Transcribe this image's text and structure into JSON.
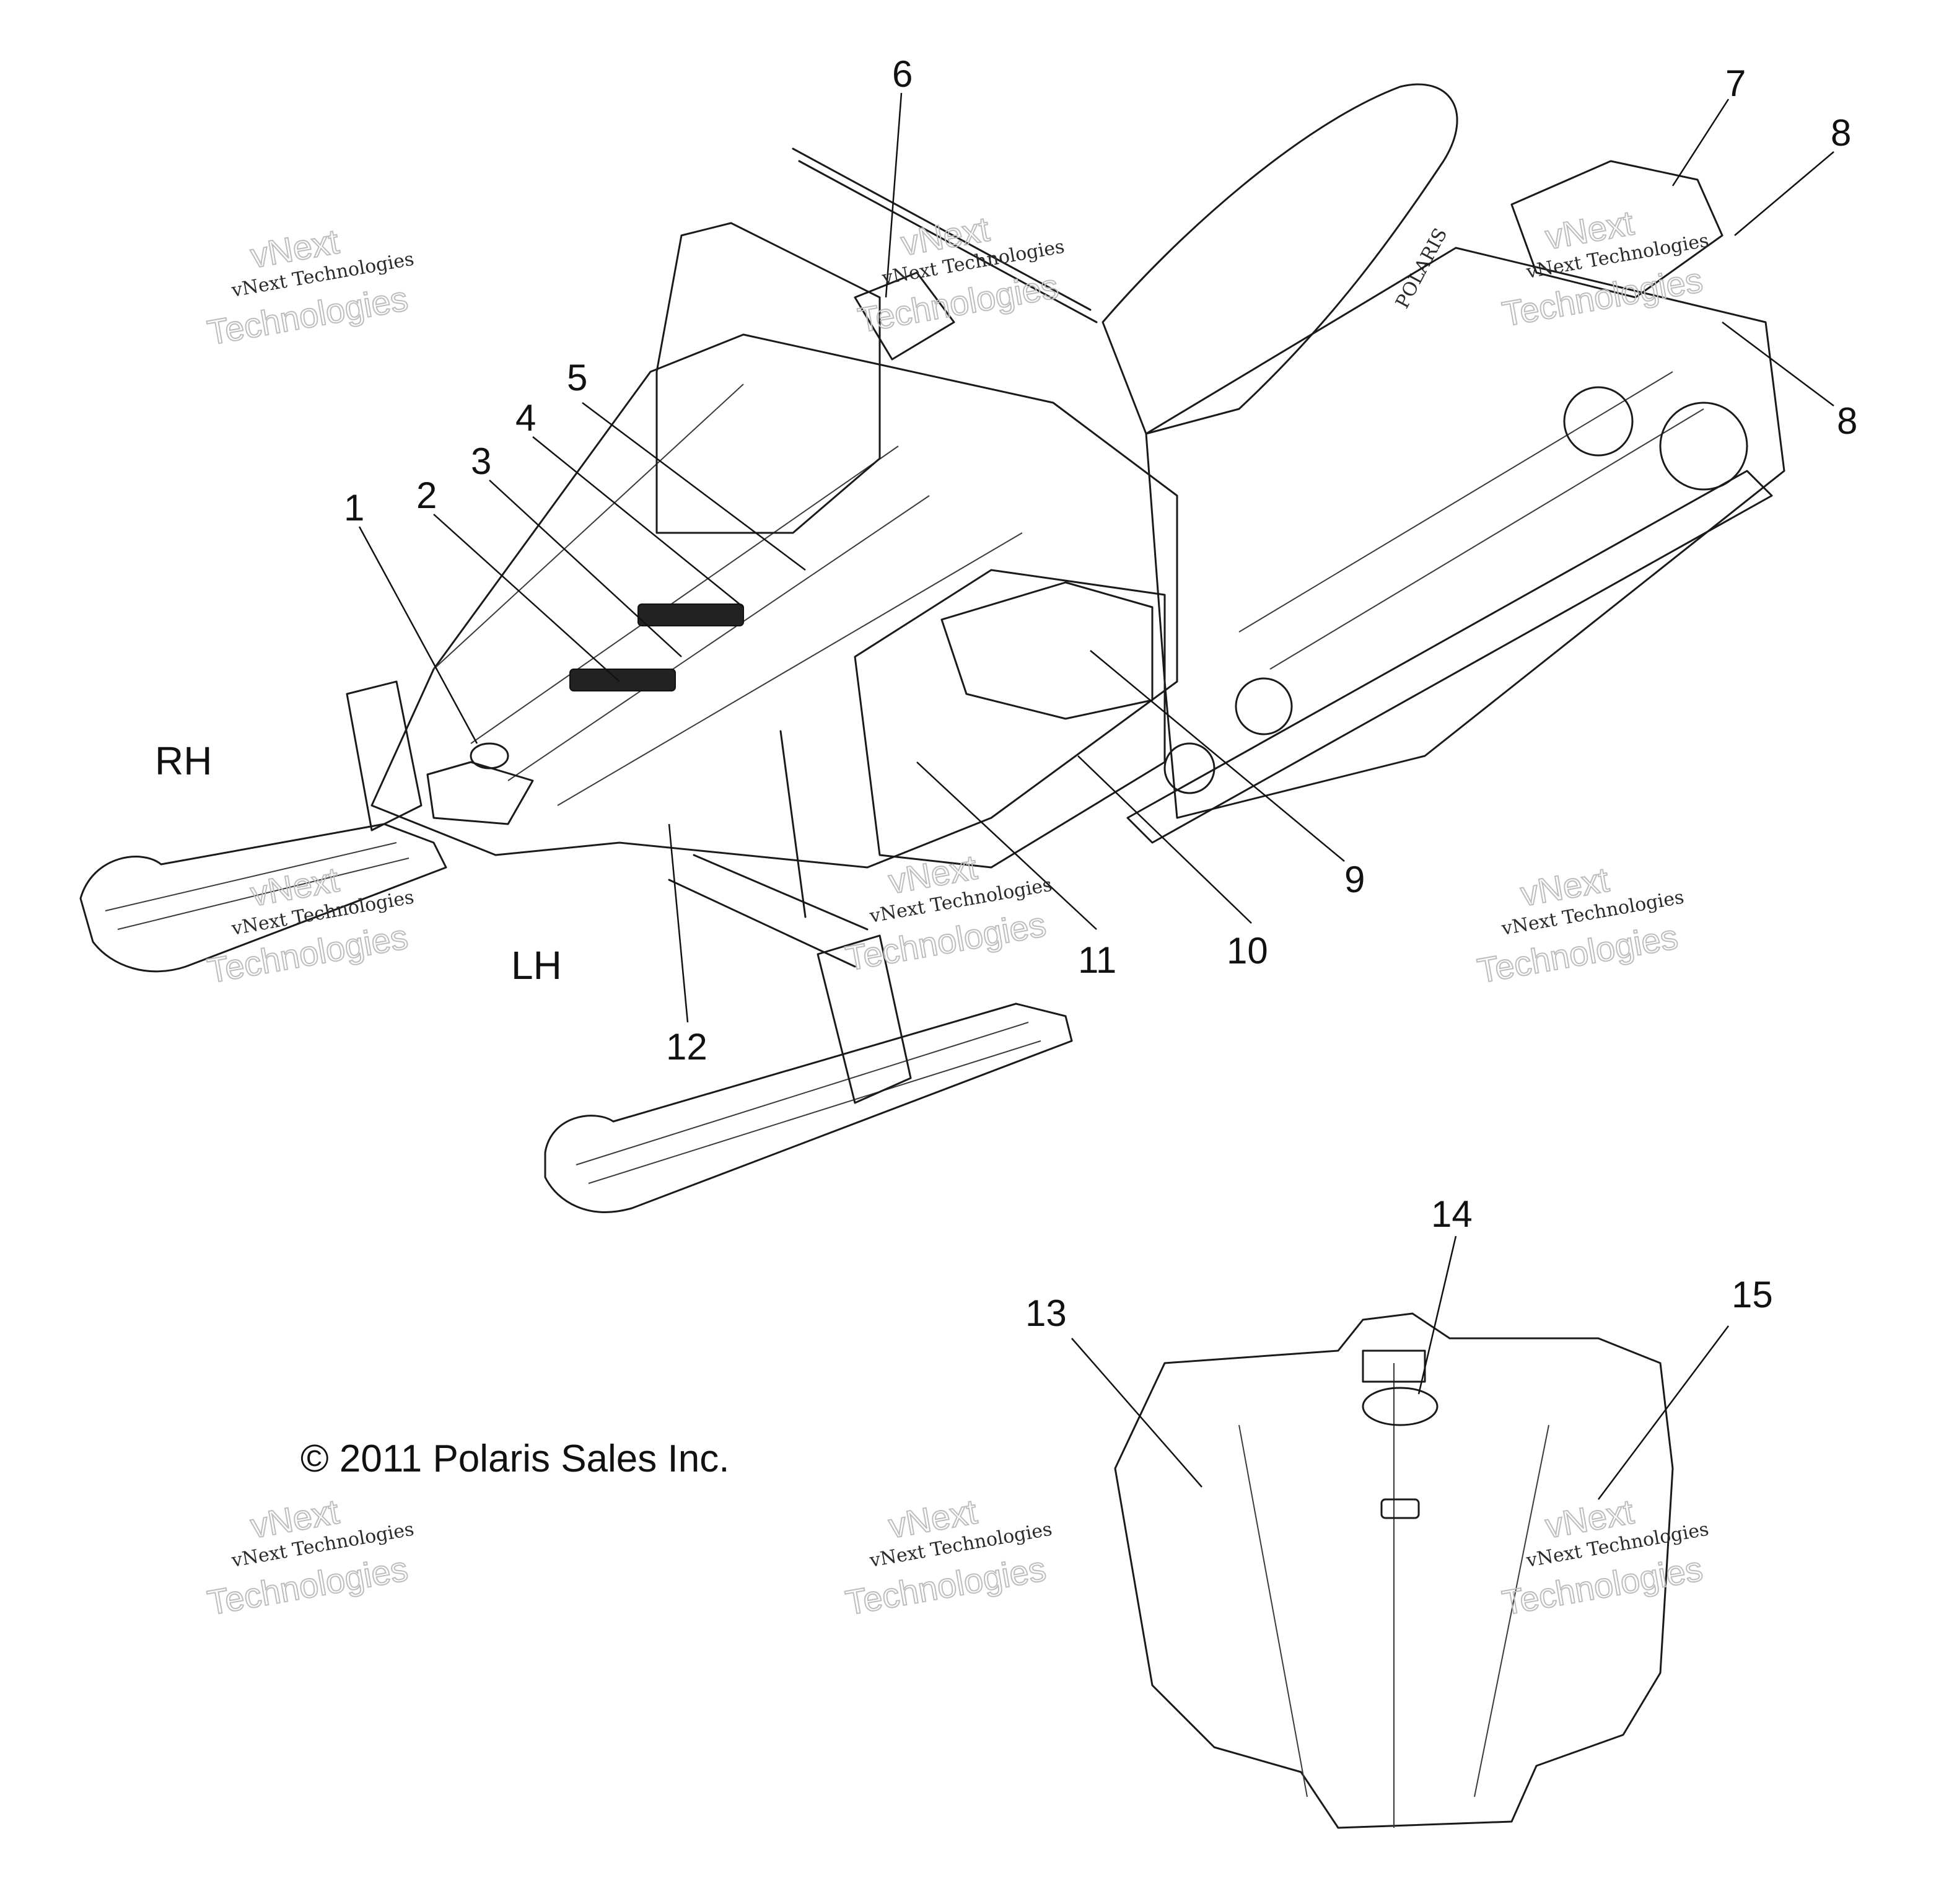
{
  "callouts": [
    {
      "id": "1",
      "label": "1"
    },
    {
      "id": "2",
      "label": "2"
    },
    {
      "id": "3",
      "label": "3"
    },
    {
      "id": "4",
      "label": "4"
    },
    {
      "id": "5",
      "label": "5"
    },
    {
      "id": "6",
      "label": "6"
    },
    {
      "id": "7",
      "label": "7"
    },
    {
      "id": "8a",
      "label": "8"
    },
    {
      "id": "8b",
      "label": "8"
    },
    {
      "id": "9",
      "label": "9"
    },
    {
      "id": "10",
      "label": "10"
    },
    {
      "id": "11",
      "label": "11"
    },
    {
      "id": "12",
      "label": "12"
    },
    {
      "id": "13",
      "label": "13"
    },
    {
      "id": "14",
      "label": "14"
    },
    {
      "id": "15",
      "label": "15"
    }
  ],
  "sides": {
    "right": "RH",
    "left": "LH"
  },
  "copyright": "© 2011 Polaris Sales Inc.",
  "seat_brand": "POLARIS",
  "watermark": {
    "line1": "vNext",
    "line2": "vNext Technologies",
    "line3": "Technologies"
  }
}
